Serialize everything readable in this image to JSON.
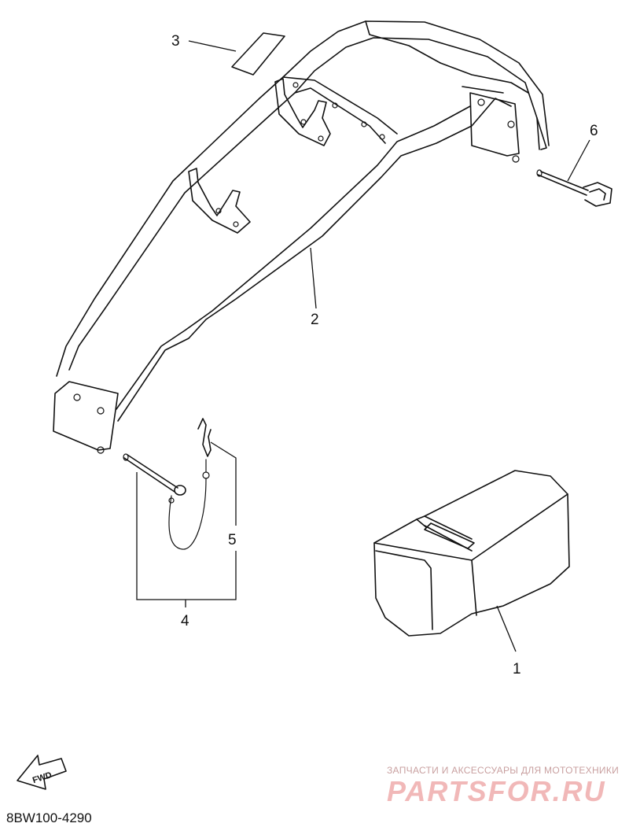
{
  "callouts": {
    "part1": "1",
    "part2": "2",
    "part3": "3",
    "part4": "4",
    "part5": "5",
    "part6": "6"
  },
  "direction_badge": "FWD",
  "diagram_code": "8BW100-4290",
  "watermark": {
    "caption": "ЗАПЧАСТИ И АКСЕССУАРЫ ДЛЯ МОТОТЕХНИКИ",
    "brand": "PARTSFOR.RU"
  }
}
